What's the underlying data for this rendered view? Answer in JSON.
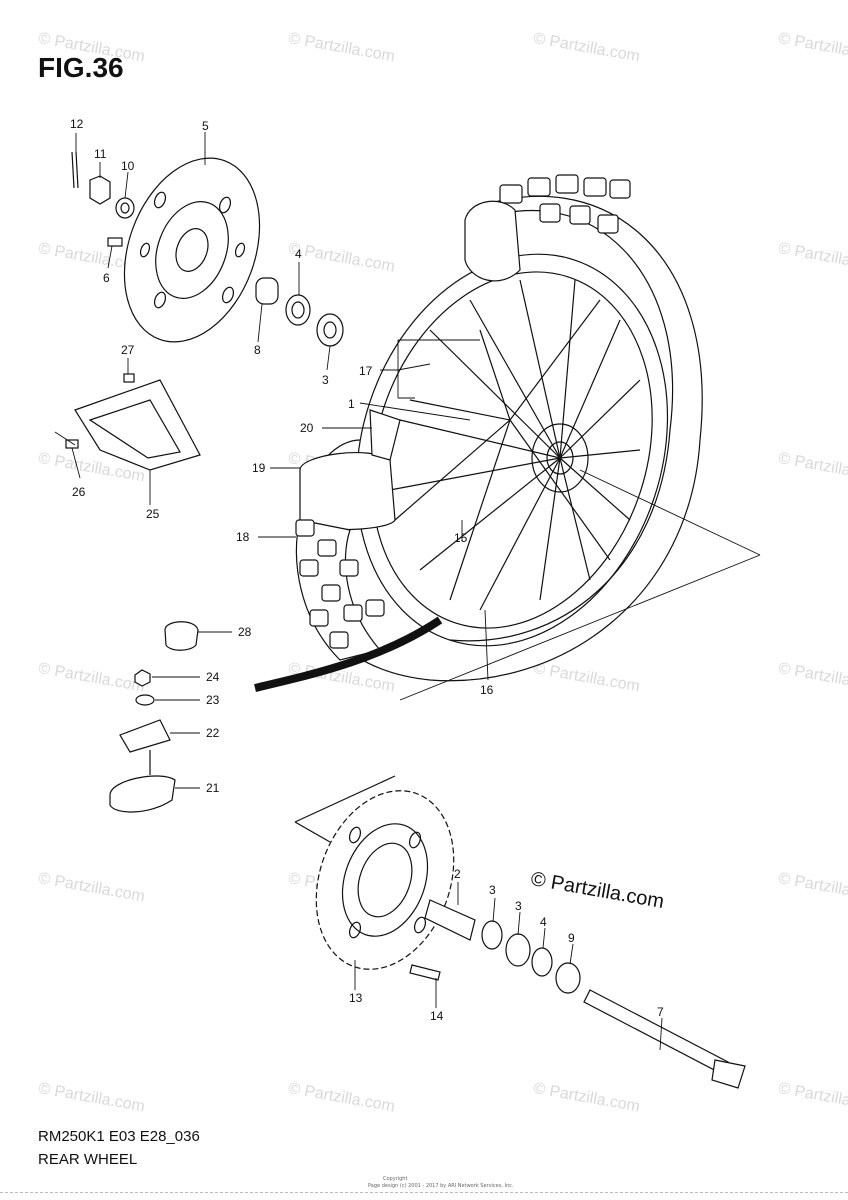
{
  "figure": {
    "title": "FIG.36"
  },
  "footer": {
    "model_code": "RM250K1 E03 E28_036",
    "section_name": "REAR WHEEL"
  },
  "copyright": "© Partzilla.com",
  "watermark": "© Partzilla.com",
  "tiny_print": [
    "Copyright",
    "Page design (c) 2001 - 2017 by ARI Network Services, Inc."
  ],
  "callouts": [
    "1",
    "2",
    "3",
    "3",
    "3",
    "4",
    "4",
    "5",
    "6",
    "7",
    "8",
    "9",
    "10",
    "11",
    "12",
    "13",
    "14",
    "15",
    "16",
    "17",
    "18",
    "19",
    "20",
    "21",
    "22",
    "23",
    "24",
    "25",
    "26",
    "27",
    "28"
  ]
}
